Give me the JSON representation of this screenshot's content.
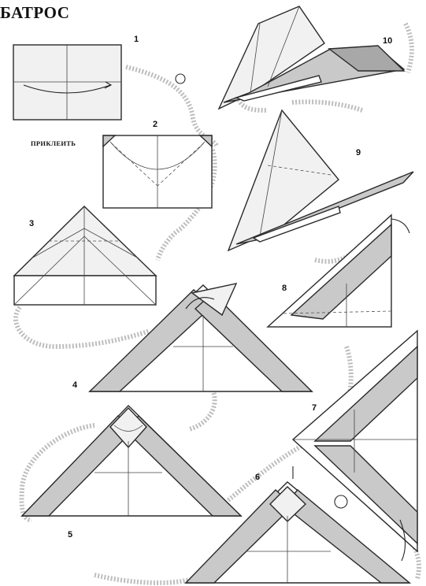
{
  "title": "АЛЬБАТРОС",
  "visible_title": "БАТРОС",
  "note_label": "ПРИКЛЕИТЬ",
  "steps": [
    "1",
    "2",
    "3",
    "4",
    "5",
    "6",
    "7",
    "8",
    "9",
    "10"
  ]
}
